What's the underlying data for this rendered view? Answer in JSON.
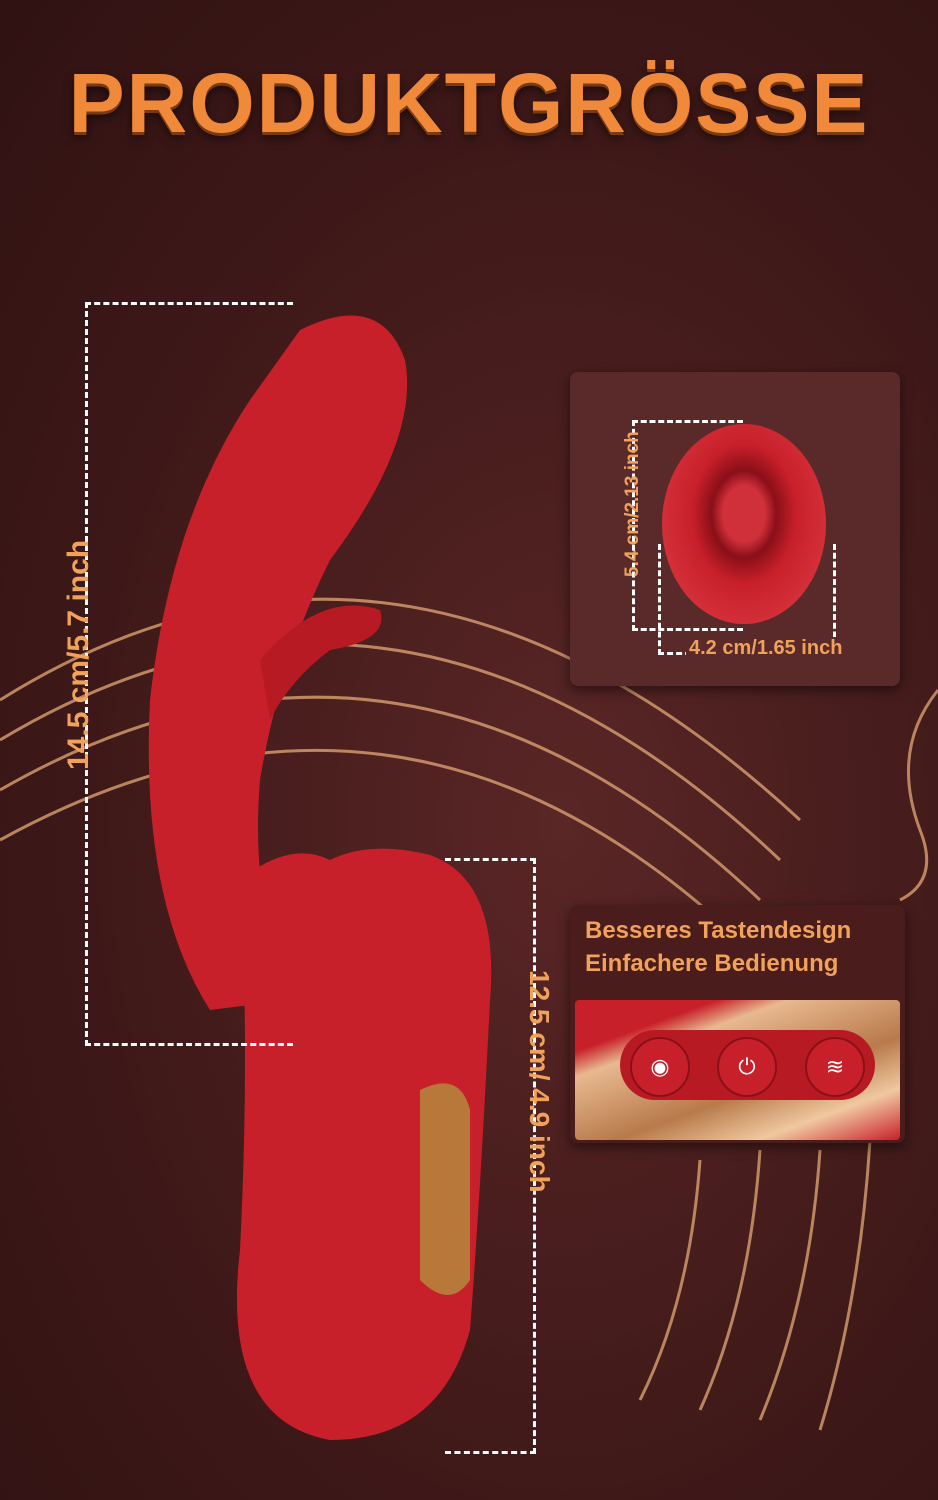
{
  "title": "PRODUKTGRÖSSE",
  "dimensions": {
    "main_length": "14.5 cm/5.7 inch",
    "handle_length": "12.5 cm/ 4.9 inch"
  },
  "detail_panel": {
    "height": "5.4 cm/2.13 inch",
    "width": "4.2 cm/1.65 inch"
  },
  "button_panel": {
    "line1": "Besseres Tastendesign",
    "line2": "Einfachere Bedienung",
    "buttons": [
      "mode-icon",
      "power-icon",
      "vibration-icon"
    ]
  },
  "colors": {
    "product": "#c8202a",
    "accent": "#f0a15a",
    "background": "#3e1818"
  }
}
